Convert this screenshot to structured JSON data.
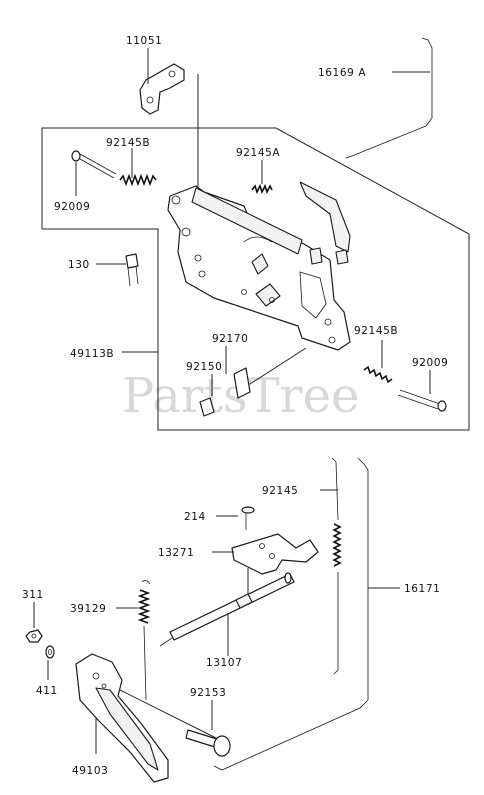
{
  "watermark": "PartsTree",
  "labels": {
    "p11051": "11051",
    "p16169a": "16169 A",
    "p92145b_top": "92145B",
    "p92145a": "92145A",
    "p92009_left": "92009",
    "p130": "130",
    "p49113b": "49113B",
    "p92170": "92170",
    "p92145b_right": "92145B",
    "p92150": "92150",
    "p92009_right": "92009",
    "p92145": "92145",
    "p214": "214",
    "p13271": "13271",
    "p16171": "16171",
    "p311": "311",
    "p39129": "39129",
    "p13107": "13107",
    "p411": "411",
    "p92153": "92153",
    "p49103": "49103"
  }
}
